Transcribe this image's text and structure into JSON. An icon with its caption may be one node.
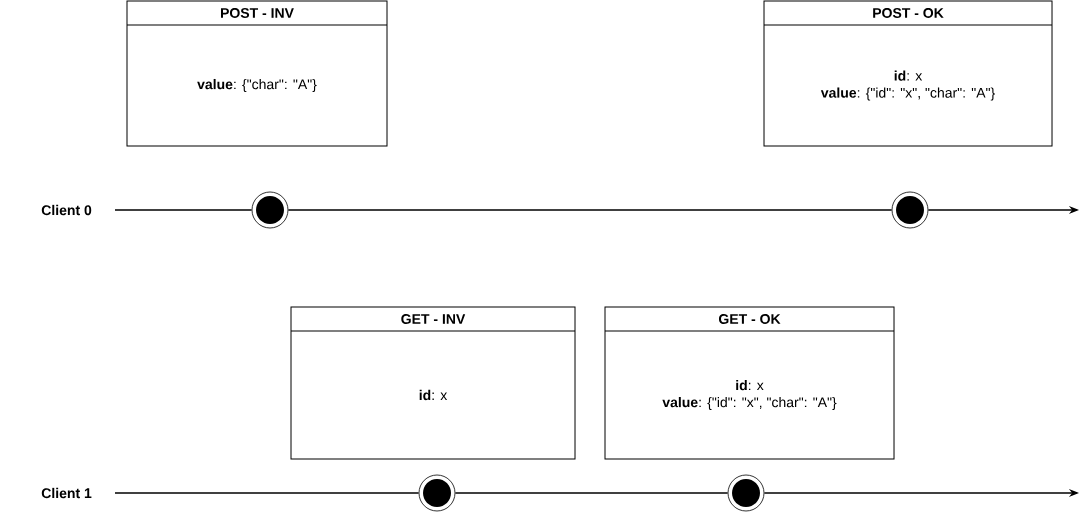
{
  "diagram": {
    "nodes": [
      {
        "text": [
          "POST - INV",
          "**value**: {\"char\": \"A\"}"
        ]
      },
      {
        "text": [
          "POST - OK",
          "**id**: x",
          "**value**: {\"id\": \"x\", \"char\": \"A\"}"
        ]
      },
      {
        "text": [
          "Client 0"
        ]
      },
      {
        "text": [],
        "shape": "circle"
      },
      {
        "text": [],
        "shape": "circle"
      },
      {
        "text": [
          "GET - INV",
          "**id**: x"
        ]
      },
      {
        "text": [
          "GET - OK",
          "**id**: x",
          "**value**: {\"id\": \"x\", \"char\": \"A\"}"
        ]
      },
      {
        "text": [
          "Client 1"
        ]
      },
      {
        "text": [],
        "shape": "circle"
      },
      {
        "text": [],
        "shape": "circle"
      }
    ],
    "edges": [
      {
        "from": 2,
        "to": 3,
        "arrow": "none"
      },
      {
        "from": 3,
        "to": 4,
        "arrow": "none"
      },
      {
        "from": 4,
        "to": null,
        "arrow": "to"
      },
      {
        "from": 7,
        "to": 8,
        "arrow": "none"
      },
      {
        "from": 8,
        "to": 9,
        "arrow": "none"
      },
      {
        "from": 9,
        "to": null,
        "arrow": "to"
      }
    ]
  }
}
